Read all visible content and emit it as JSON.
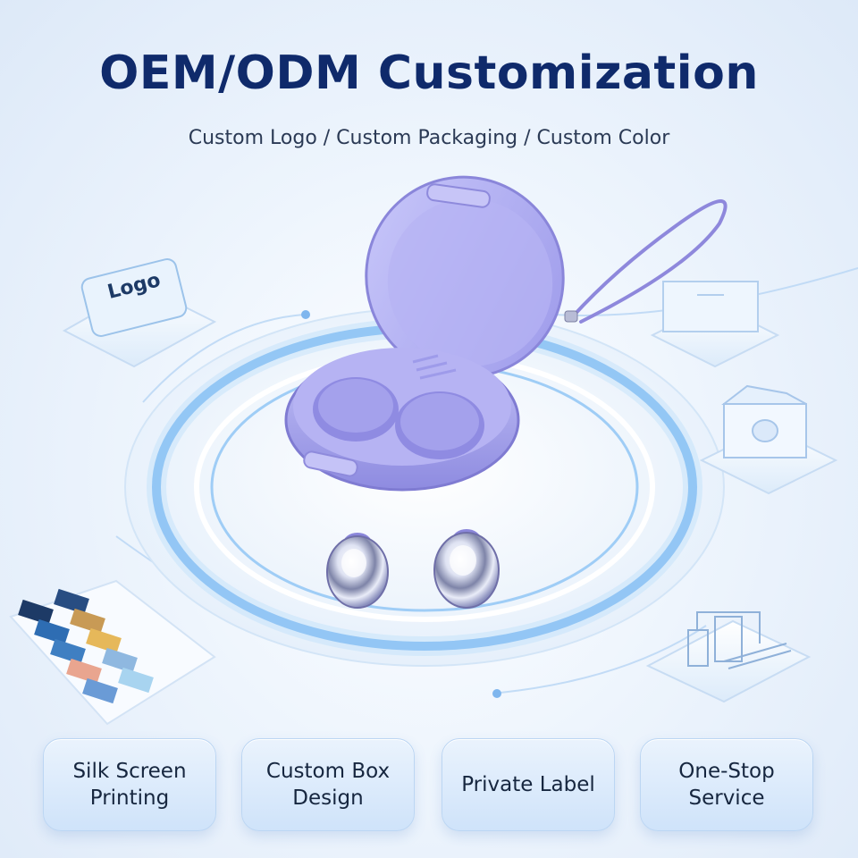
{
  "header": {
    "title": "OEM/ODM Customization",
    "subtitle": "Custom Logo / Custom Packaging / Custom Color"
  },
  "logo_block": {
    "label": "Logo",
    "icon": "logo-block-icon"
  },
  "swatches": [
    "#1d3a66",
    "#284d82",
    "#2e6db3",
    "#c89a55",
    "#3f7fc2",
    "#e6b85a",
    "#e9a58f",
    "#8fb8e0",
    "#6a9bd6",
    "#a8d4f0"
  ],
  "product": {
    "case_color": "#a9a6ee",
    "earbud_color": "#c8cde8"
  },
  "features": [
    {
      "label": "Silk Screen Printing"
    },
    {
      "label": "Custom Box Design"
    },
    {
      "label": "Private Label"
    },
    {
      "label": "One-Stop Service"
    }
  ],
  "colors": {
    "title": "#0f2a6b",
    "accent": "#4a90e2",
    "case": "#a9a6ee"
  }
}
